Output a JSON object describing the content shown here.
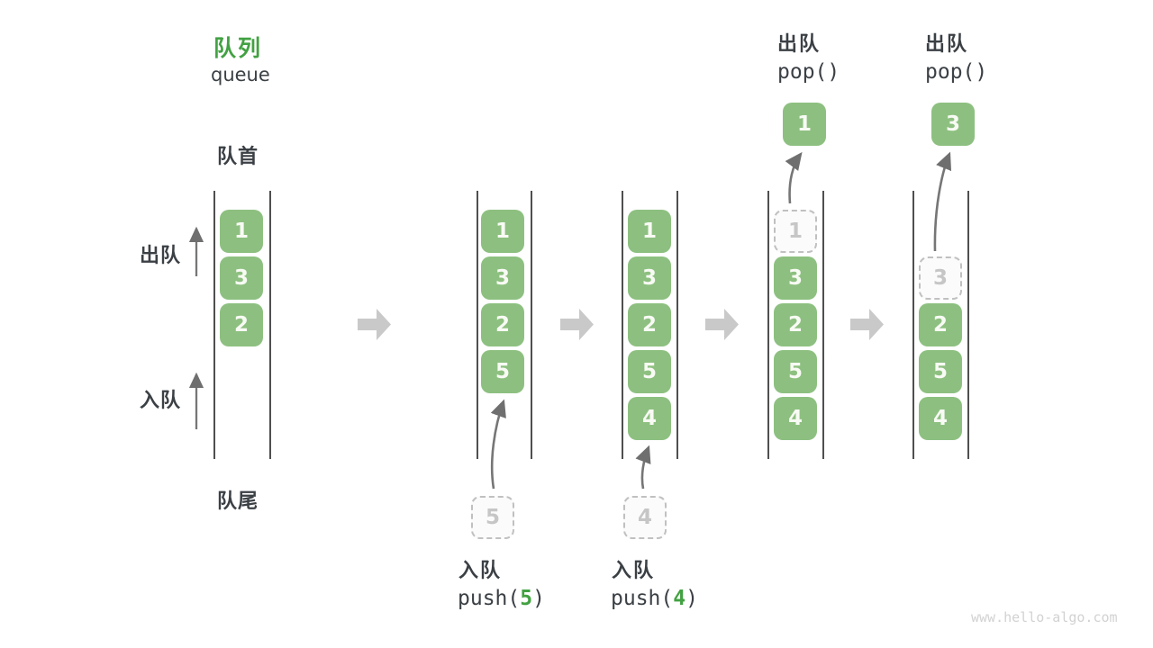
{
  "title": {
    "zh": "队列",
    "en": "queue"
  },
  "labels": {
    "front": "队首",
    "rear": "队尾",
    "dequeue_side": "出队",
    "enqueue_side": "入队"
  },
  "ops": {
    "push5": {
      "label": "入队",
      "open": "push(",
      "arg": "5",
      "close": ")"
    },
    "push4": {
      "label": "入队",
      "open": "push(",
      "arg": "4",
      "close": ")"
    },
    "pop1": {
      "label": "出队",
      "code": "pop()"
    },
    "pop2": {
      "label": "出队",
      "code": "pop()"
    }
  },
  "queues": {
    "q1": {
      "cells": [
        "1",
        "3",
        "2"
      ]
    },
    "q2": {
      "cells": [
        "1",
        "3",
        "2",
        "5"
      ],
      "incoming": "5"
    },
    "q3": {
      "cells": [
        "1",
        "3",
        "2",
        "5",
        "4"
      ],
      "incoming": "4"
    },
    "q4": {
      "ghost": "1",
      "cells": [
        "3",
        "2",
        "5",
        "4"
      ],
      "popped": "1"
    },
    "q5": {
      "ghost": "3",
      "cells": [
        "2",
        "5",
        "4"
      ],
      "popped": "3"
    }
  },
  "watermark": "www.hello-algo.com",
  "colors": {
    "box_green": "#8dc080",
    "accent_green": "#42a142",
    "dark_text": "#3b4045",
    "flow_arrow_gray": "#c9c9c9",
    "thin_arrow_gray": "#767676",
    "ghost_border": "#c0c0c0",
    "watermark_gray": "#d2d2d2"
  }
}
